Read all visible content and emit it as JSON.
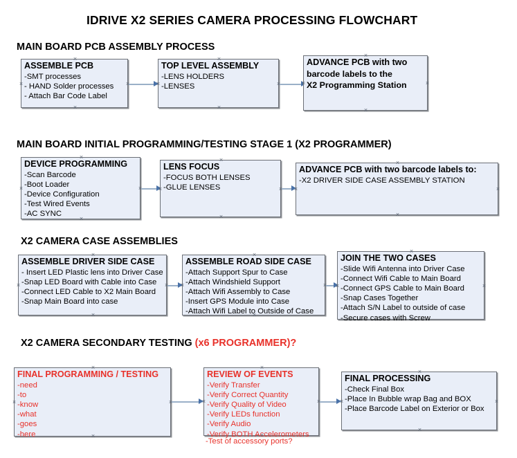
{
  "document": {
    "title": "IDRIVE X2  SERIES CAMERA PROCESSING FLOWCHART"
  },
  "colors": {
    "box_fill": "#e9eef8",
    "box_border": "#6b6f76",
    "connector": "#9ab0c8",
    "arrow": "#4a72a8",
    "accent_red": "#e8312a",
    "text": "#000000"
  },
  "sections": [
    {
      "id": "main-board-pcb-assembly",
      "title": "MAIN BOARD PCB ASSEMBLY PROCESS",
      "title_accent": "",
      "nodes": [
        {
          "id": "assemble-pcb",
          "header": "ASSEMBLE PCB",
          "lines": [
            "-SMT processes",
            "- HAND Solder processes",
            "- Attach Bar Code Label"
          ]
        },
        {
          "id": "top-level-assembly",
          "header": "TOP LEVEL ASSEMBLY",
          "lines": [
            "-LENS HOLDERS",
            "-LENSES"
          ]
        },
        {
          "id": "advance-pcb-to-programming-station",
          "header": "ADVANCE PCB with two",
          "lines": [
            "barcode labels to the",
            " X2 Programming Station"
          ]
        }
      ]
    },
    {
      "id": "main-board-initial-programming",
      "title": "MAIN BOARD INITIAL PROGRAMMING/TESTING STAGE 1 (X2 PROGRAMMER)",
      "title_accent": "",
      "nodes": [
        {
          "id": "device-programming",
          "header": "DEVICE PROGRAMMING",
          "lines": [
            "-Scan Barcode",
            "-Boot Loader",
            "-Device Configuration",
            "-Test Wired Events",
            "-AC SYNC"
          ]
        },
        {
          "id": "lens-focus",
          "header": "LENS FOCUS",
          "lines": [
            "-FOCUS BOTH LENSES",
            "-GLUE LENSES"
          ]
        },
        {
          "id": "advance-pcb-to-driver-side-case",
          "header": "ADVANCE PCB with two barcode labels to:",
          "lines": [
            "-X2 DRIVER  SIDE  CASE  ASSEMBLY STATION"
          ]
        }
      ]
    },
    {
      "id": "x2-camera-case-assemblies",
      "title": "X2 CAMERA CASE ASSEMBLIES",
      "title_accent": "",
      "nodes": [
        {
          "id": "assemble-driver-side-case",
          "header": "ASSEMBLE DRIVER SIDE CASE",
          "lines": [
            "- Insert LED Plastic lens into Driver Case",
            "-Snap LED Board with Cable into Case",
            "-Connect LED Cable to X2 Main Board",
            "-Snap Main Board into case"
          ]
        },
        {
          "id": "assemble-road-side-case",
          "header": "ASSEMBLE ROAD SIDE CASE",
          "lines": [
            "-Attach Support Spur to Case",
            "-Attach Windshield Support",
            "-Attach Wifi Assembly to Case",
            "-Insert GPS Module into Case",
            "-Attach Wifi Label to Outside of Case"
          ]
        },
        {
          "id": "join-the-two-cases",
          "header": "JOIN THE TWO CASES",
          "lines": [
            "-Slide Wifi Antenna into Driver Case",
            "-Connect Wifi Cable to Main Board",
            "-Connect GPS Cable to Main Board",
            "-Snap Cases Together",
            "-Attach S/N Label to outside of case",
            "-Secure cases with Screw"
          ]
        }
      ]
    },
    {
      "id": "x2-camera-secondary-testing",
      "title": "X2 CAMERA SECONDARY TESTING ",
      "title_accent": "(x6 PROGRAMMER)?",
      "nodes": [
        {
          "id": "final-programming-testing",
          "header": "FINAL PROGRAMMING / TESTING",
          "lines": [
            "-need",
            "-to",
            "-know",
            "-what",
            "-goes",
            "-here"
          ]
        },
        {
          "id": "review-of-events",
          "header": "REVIEW OF EVENTS",
          "lines": [
            "-Verify Transfer",
            "-Verify Correct Quantity",
            "-Verify Quality of Video",
            "-Verify LEDs function",
            "-Verify Audio",
            "-Verify BOTH Accelerometers"
          ],
          "overflow_line": "-Test of accessory ports?"
        },
        {
          "id": "final-processing",
          "header": "FINAL PROCESSING",
          "lines": [
            " -Check Final Box",
            "-Place In Bubble wrap Bag and BOX",
            "-Place Barcode Label on Exterior or Box"
          ]
        }
      ]
    }
  ]
}
